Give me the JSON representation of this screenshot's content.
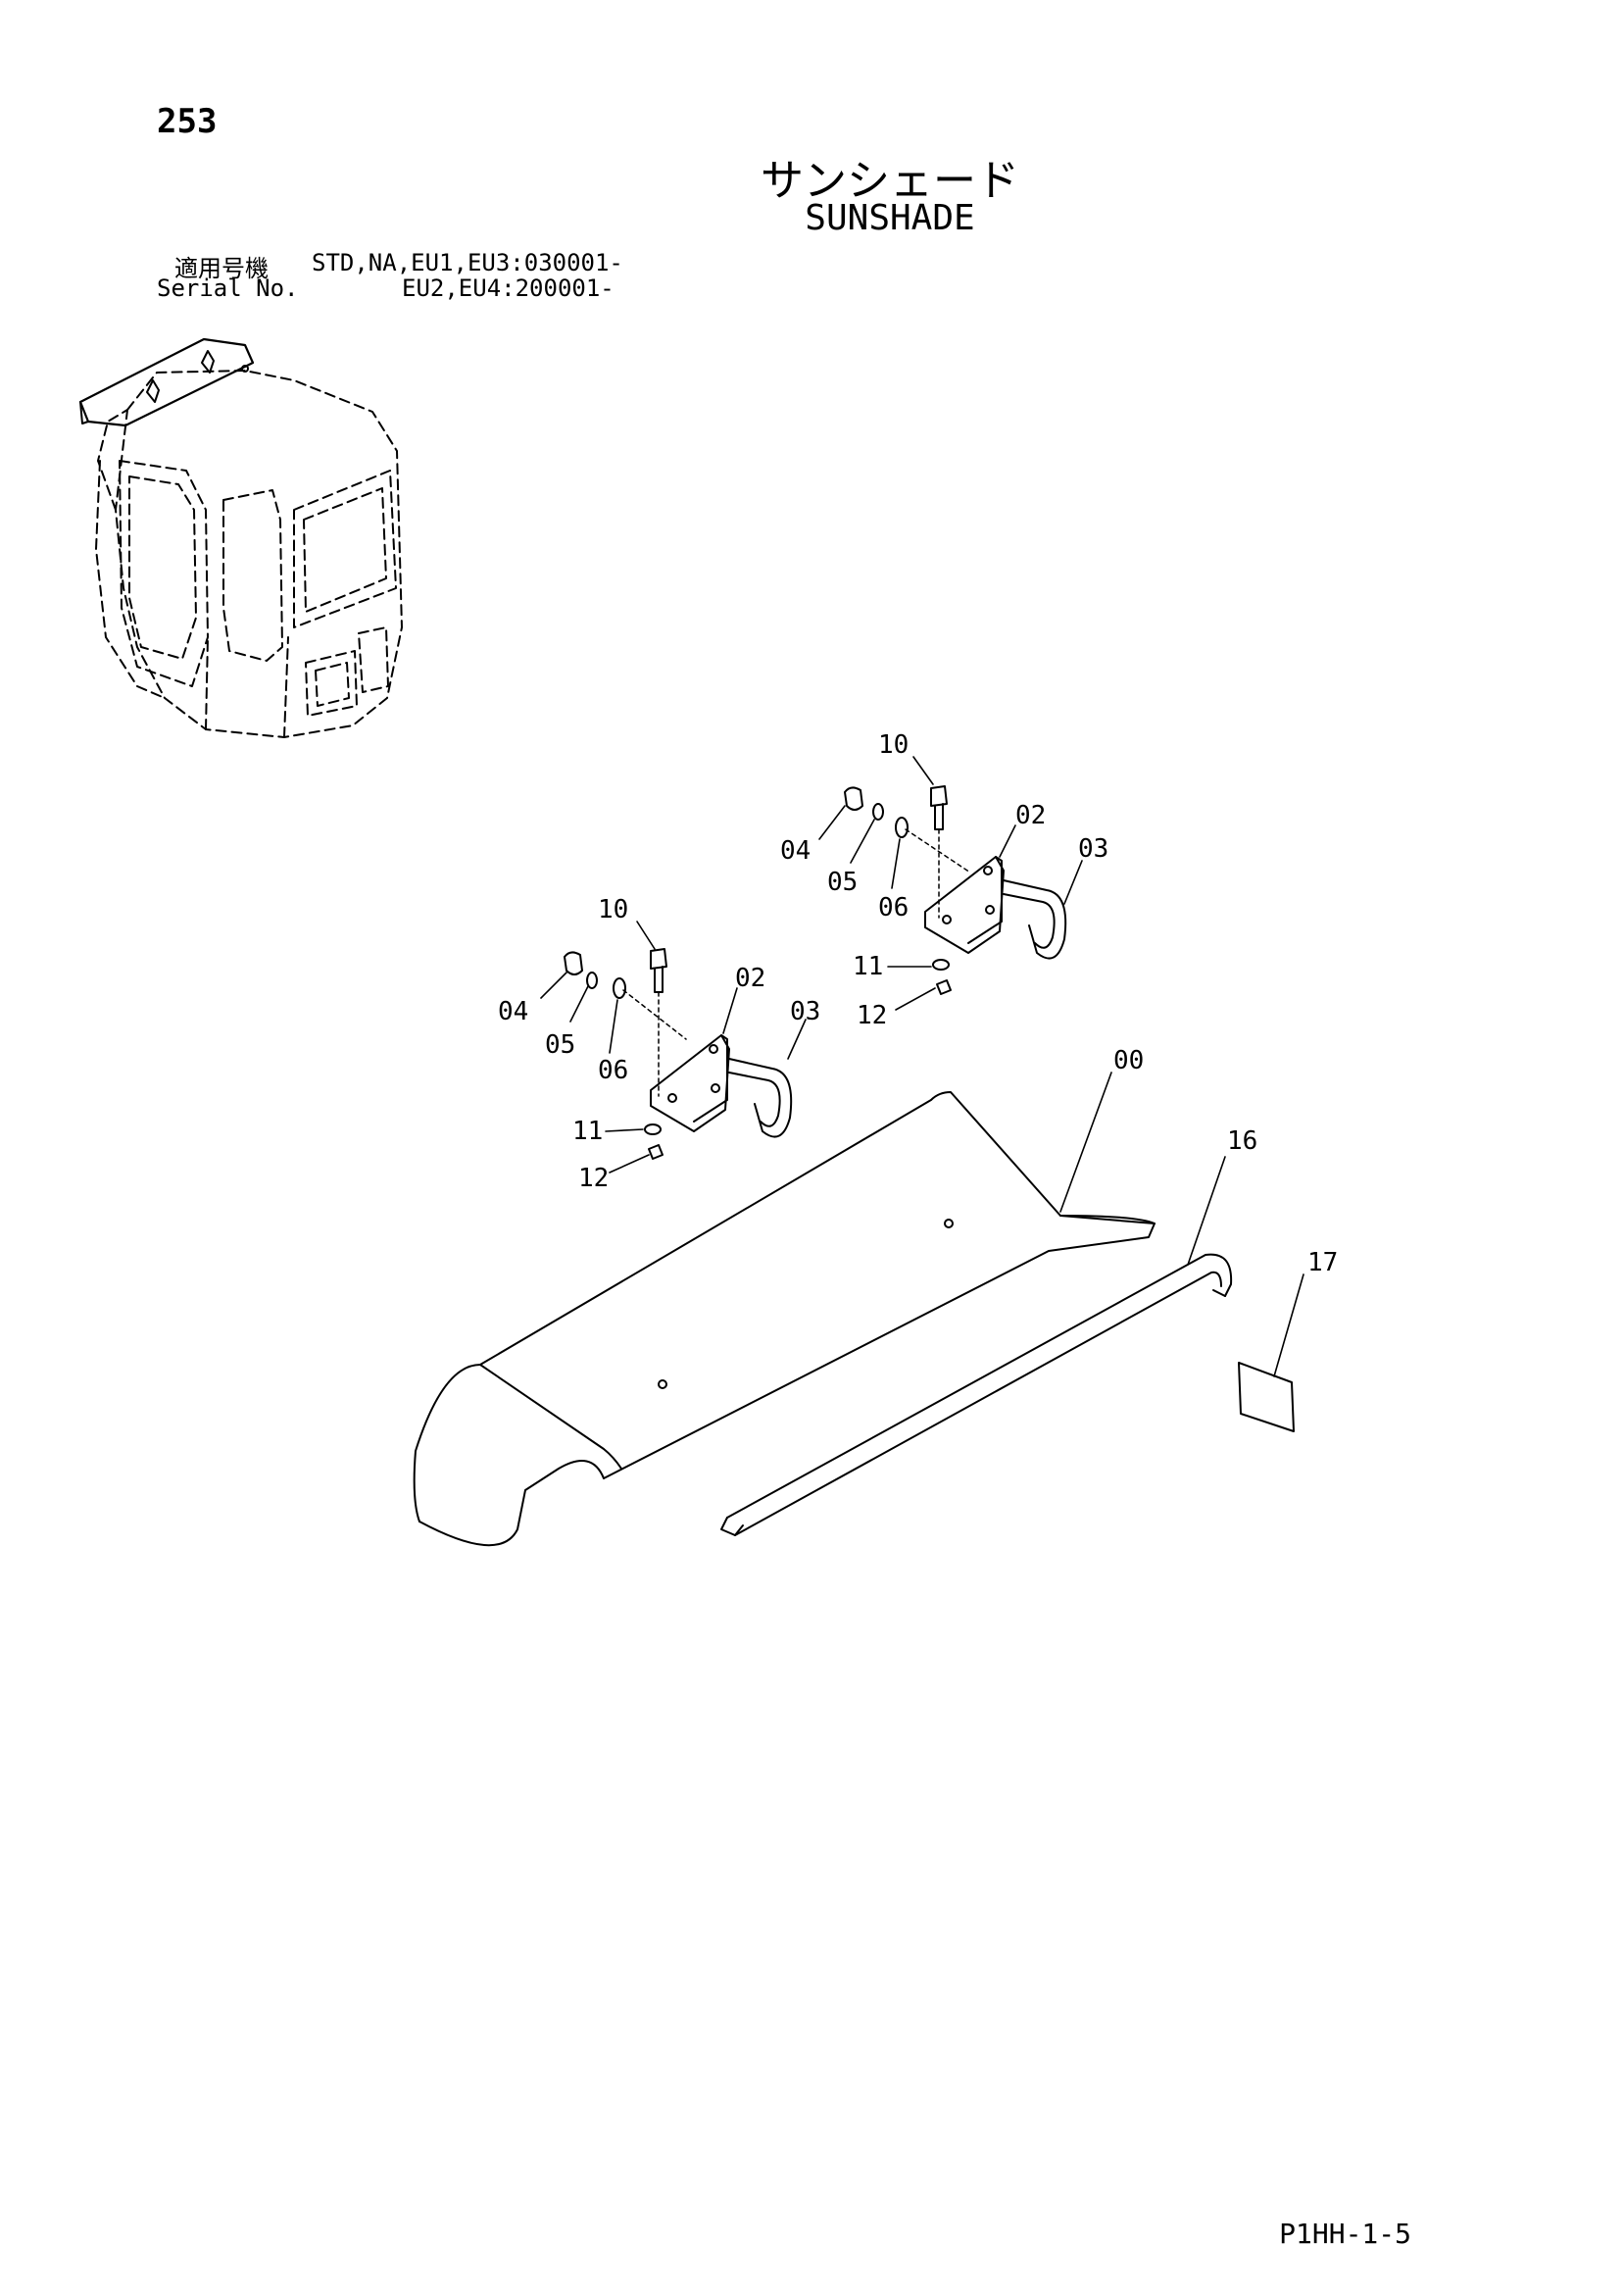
{
  "page_number": "253",
  "title_jp": "サンシェード",
  "title_en": "SUNSHADE",
  "serial": {
    "label_jp": "適用号機",
    "label_en": "Serial No.",
    "line1": "STD,NA,EU1,EU3:030001-",
    "line2": "EU2,EU4:200001-"
  },
  "callouts": {
    "c00": "00",
    "c02a": "02",
    "c03a": "03",
    "c04a": "04",
    "c05a": "05",
    "c06a": "06",
    "c10a": "10",
    "c11a": "11",
    "c12a": "12",
    "c02b": "02",
    "c03b": "03",
    "c04b": "04",
    "c05b": "05",
    "c06b": "06",
    "c10b": "10",
    "c11b": "11",
    "c12b": "12",
    "c16": "16",
    "c17": "17"
  },
  "page_code": "P1HH-1-5"
}
